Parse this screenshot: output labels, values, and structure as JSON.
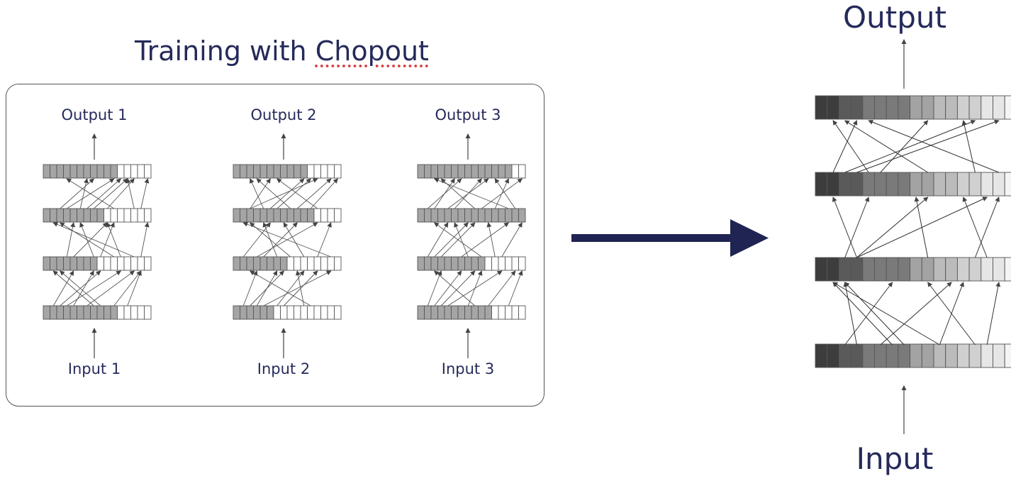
{
  "title_prefix": "Training with ",
  "title_word": "Chopout",
  "training_nets": [
    {
      "output_label": "Output 1",
      "input_label": "Input 1"
    },
    {
      "output_label": "Output 2",
      "input_label": "Input 2"
    },
    {
      "output_label": "Output 3",
      "input_label": "Input 3"
    }
  ],
  "final_net": {
    "output_label": "Output",
    "input_label": "Input"
  },
  "colors": {
    "text": "#252a5a",
    "arrow": "#1f2452",
    "filled_unit": "#a5a5a5"
  }
}
